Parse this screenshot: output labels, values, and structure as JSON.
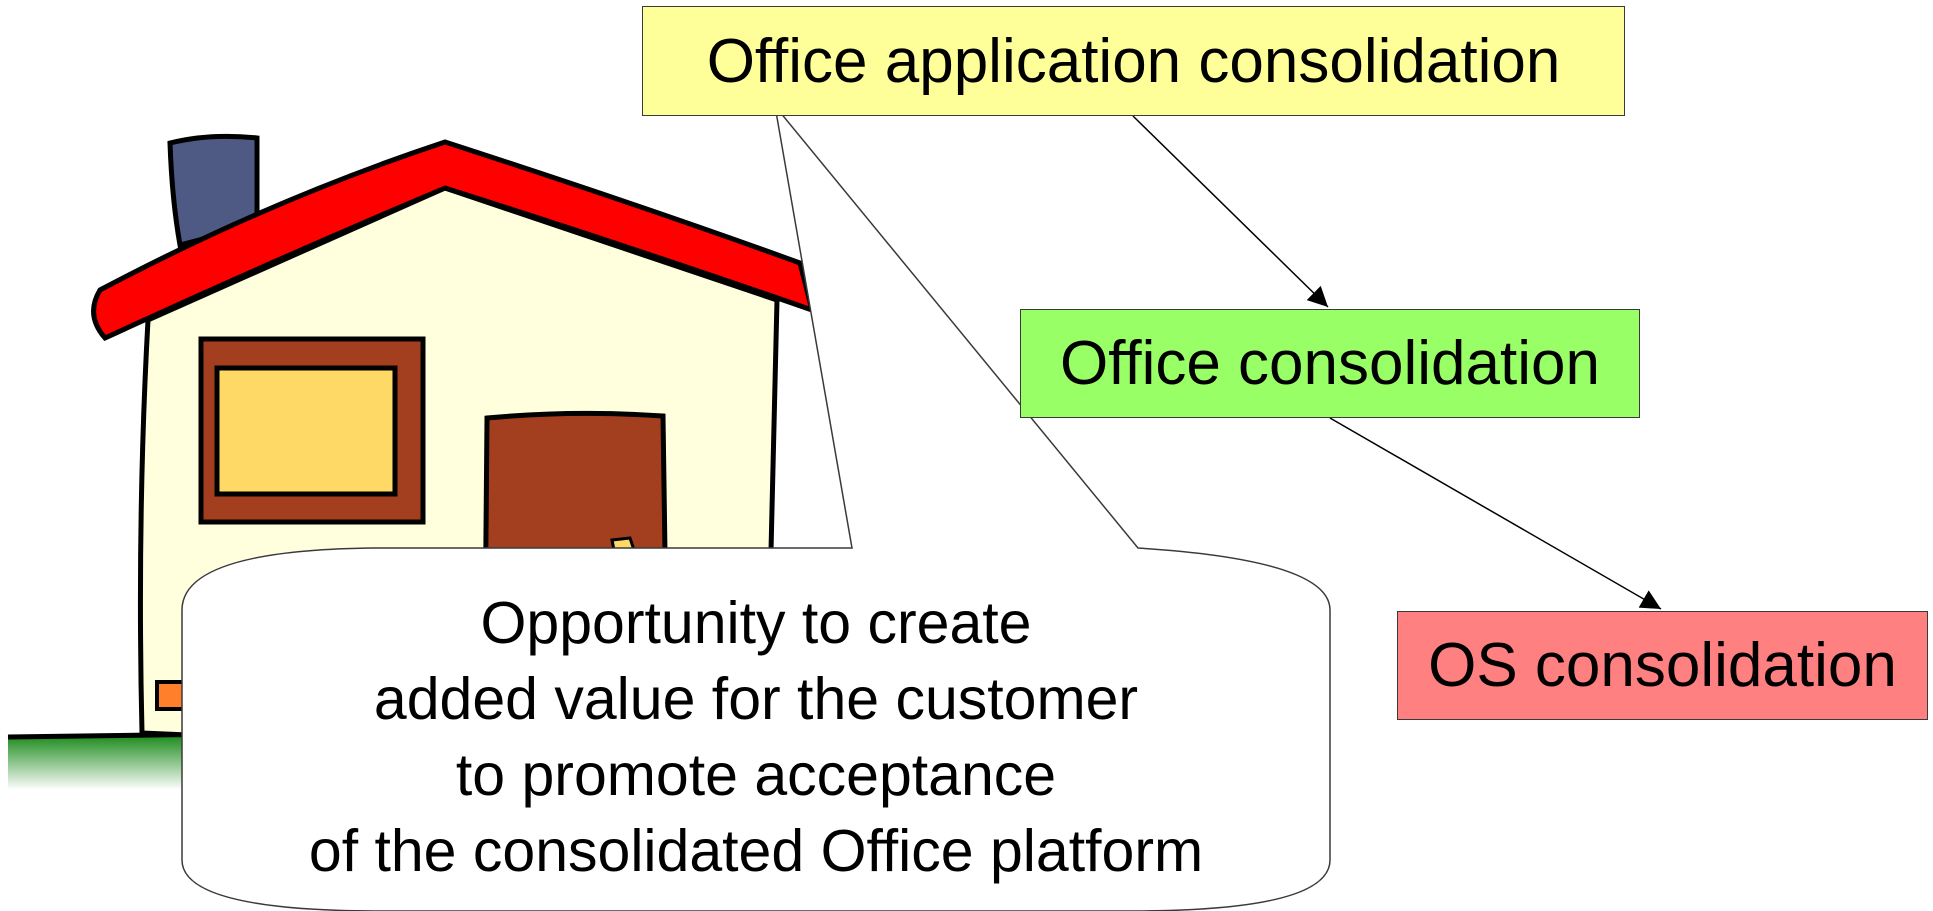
{
  "boxes": {
    "office_application": {
      "label": "Office application consolidation",
      "color": "#ffff99"
    },
    "office": {
      "label": "Office consolidation",
      "color": "#99ff66"
    },
    "os": {
      "label": "OS consolidation",
      "color": "#ff8080"
    }
  },
  "callout": {
    "lines": [
      "Opportunity to create",
      "added value for the customer",
      "to promote acceptance",
      "of the consolidated Office platform"
    ]
  },
  "connectors": [
    {
      "from": "office_application",
      "to": "office"
    },
    {
      "from": "office",
      "to": "os"
    }
  ],
  "illustration": {
    "icon": "house-icon",
    "colors": {
      "roof": "#ff0000",
      "wall": "#ffffdd",
      "chimney": "#4f5a84",
      "door": "#a33f1e",
      "window_frame": "#a33f1e",
      "window_glass": "#ffd966",
      "grass": "#1a8a1a"
    }
  }
}
